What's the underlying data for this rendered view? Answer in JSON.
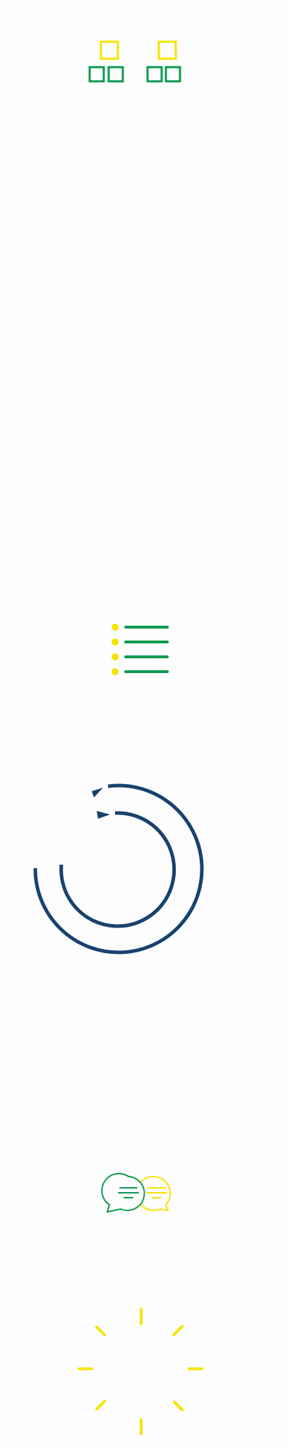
{
  "colors": {
    "yellow": "#f5e400",
    "green": "#0b9a4f",
    "navy": "#17426e",
    "background": "#fdfdfd"
  },
  "icons": [
    {
      "name": "org-chart-icon",
      "colors": [
        "yellow",
        "green"
      ]
    },
    {
      "name": "bullet-list-icon",
      "colors": [
        "yellow",
        "green"
      ]
    },
    {
      "name": "refresh-icon",
      "colors": [
        "navy"
      ]
    },
    {
      "name": "chat-bubbles-icon",
      "colors": [
        "green",
        "yellow"
      ]
    },
    {
      "name": "loading-spinner-icon",
      "colors": [
        "yellow"
      ]
    }
  ]
}
